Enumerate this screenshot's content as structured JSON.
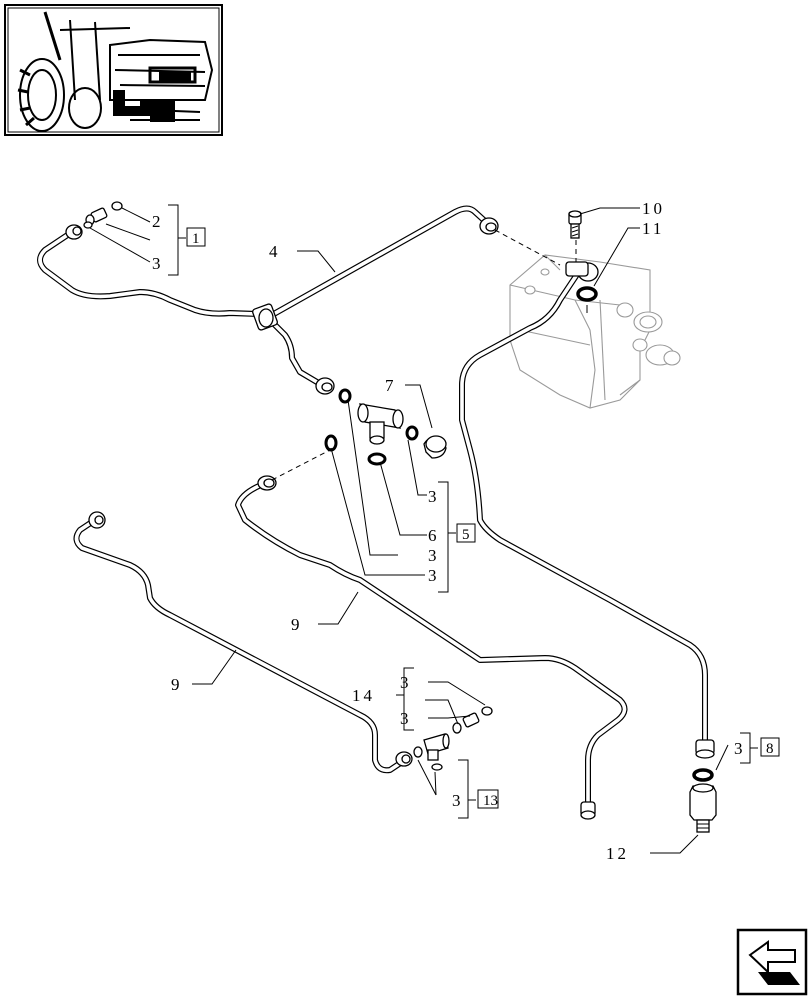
{
  "diagram": {
    "callouts": {
      "c_2": "2",
      "c_3a": "3",
      "c_4": "4",
      "c_10": "10",
      "c_11": "11",
      "c_7": "7",
      "c_3b": "3",
      "c_6": "6",
      "c_3c": "3",
      "c_3d": "3",
      "c_9a": "9",
      "c_9b": "9",
      "c_14": "14",
      "c_3e": "3",
      "c_3f": "3",
      "c_3g": "3",
      "c_3h": "3",
      "c_12": "12"
    },
    "boxes": {
      "b_1": "1",
      "b_5": "5",
      "b_8": "8",
      "b_13": "13"
    }
  },
  "icons": {
    "thumbnail": "tractor-location-thumbnail",
    "nav": "previous-page-arrow-icon"
  }
}
